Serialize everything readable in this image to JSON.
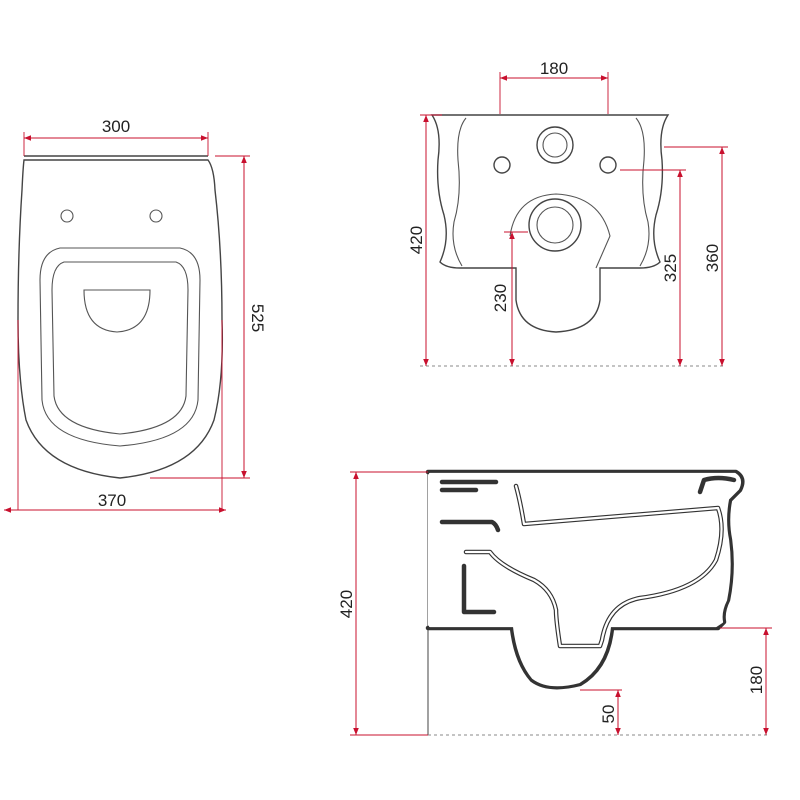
{
  "views": {
    "top": {
      "seat_width": "300",
      "depth": "525",
      "overall_width": "370"
    },
    "back": {
      "inlet_spacing": "180",
      "overall_height": "420",
      "outlet_height": "230",
      "fixing_height_low": "325",
      "fixing_height_high": "360"
    },
    "side": {
      "overall_height": "420",
      "outlet_height": "180",
      "rim_offset": "50"
    }
  },
  "colors": {
    "dimension": "#c8102e",
    "outline": "#444444",
    "text": "#222222"
  }
}
